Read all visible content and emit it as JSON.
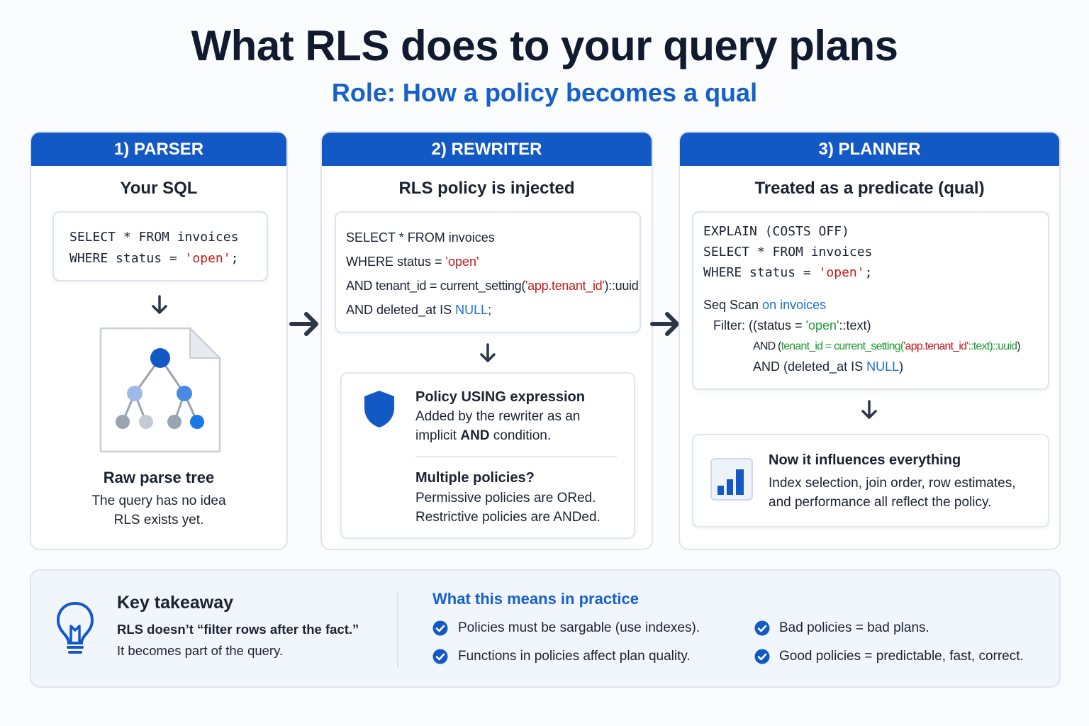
{
  "header": {
    "title": "What RLS does to your query plans",
    "subtitle": "Role: How a policy becomes a qual"
  },
  "parser": {
    "label": "1) PARSER",
    "heading": "Your SQL",
    "code_line1": "SELECT * FROM invoices",
    "code_line2_pre": "WHERE status = ",
    "code_line2_str": "'open'",
    "code_line2_post": ";",
    "tree_title": "Raw parse tree",
    "tree_desc1": "The query has no idea",
    "tree_desc2": "RLS exists yet."
  },
  "rewriter": {
    "label": "2) REWRITER",
    "heading": "RLS policy is injected",
    "code_line1": "SELECT * FROM invoices",
    "code_line2_pre": "WHERE status = ",
    "code_line2_str": "'open'",
    "code_line3_pre": "AND tenant_id = current_setting(",
    "code_line3_str": "'app.tenant_id'",
    "code_line3_post": ")::uuid",
    "code_line4_pre": "AND deleted_at IS ",
    "code_line4_null": "NULL",
    "code_line4_post": ";",
    "policy_title": "Policy USING expression",
    "policy_desc1": "Added by the rewriter as an",
    "policy_desc2_pre": "implicit ",
    "policy_desc2_bold": "AND",
    "policy_desc2_post": " condition.",
    "multi_title": "Multiple policies?",
    "multi_desc1": "Permissive policies are ORed.",
    "multi_desc2": "Restrictive policies are ANDed."
  },
  "planner": {
    "label": "3) PLANNER",
    "heading": "Treated as a predicate (qual)",
    "code_line1": "EXPLAIN (COSTS OFF)",
    "code_line2": "SELECT * FROM invoices",
    "code_line3_pre": "WHERE status = ",
    "code_line3_str": "'open'",
    "code_line3_post": ";",
    "plan_line1_pre": "Seq Scan ",
    "plan_line1_on": "on invoices",
    "plan_line2_pre": "Filter: ((status = ",
    "plan_line2_str": "'open'",
    "plan_line2_post": "::text)",
    "plan_line3_a": "AND (",
    "plan_line3_b": "tenant_id = current_setting(",
    "plan_line3_c": "'app.tenant_id'",
    "plan_line3_d": "::text)::uuid",
    "plan_line3_e": ")",
    "plan_line4_pre": "AND (deleted_at IS ",
    "plan_line4_null": "NULL",
    "plan_line4_post": ")",
    "influence_title": "Now it influences everything",
    "influence_desc1": "Index selection, join order, row estimates,",
    "influence_desc2": "and performance all reflect the policy."
  },
  "takeaway": {
    "title": "Key takeaway",
    "line1": "RLS doesn’t “filter rows after the fact.”",
    "line2": "It becomes part of the query.",
    "practice_title": "What this means in practice",
    "items": [
      "Policies must be sargable (use indexes).",
      "Functions in policies affect plan quality.",
      "Bad policies = bad plans.",
      "Good policies = predictable, fast, correct."
    ]
  },
  "colors": {
    "accent": "#1359c6",
    "title": "#111a2e",
    "subtitle": "#1660c8",
    "string": "#c61a1a",
    "null": "#1a6fd0",
    "green": "#1e9a34"
  }
}
